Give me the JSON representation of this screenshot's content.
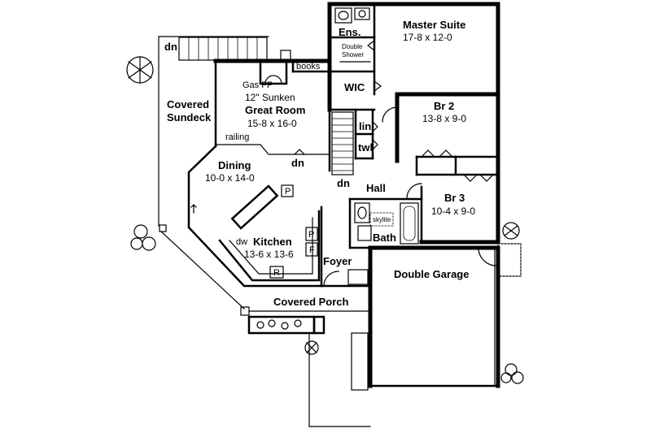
{
  "rooms": {
    "master_suite": {
      "name": "Master Suite",
      "dims": "17-8 x 12-0"
    },
    "ensuite": {
      "name": "Ens."
    },
    "double_shower_1": "Double",
    "double_shower_2": "Shower",
    "wic": {
      "name": "WIC"
    },
    "br2": {
      "name": "Br 2",
      "dims": "13-8 x 9-0"
    },
    "br3": {
      "name": "Br 3",
      "dims": "10-4 x 9-0"
    },
    "great_room": {
      "name": "Great Room",
      "line1": "12\" Sunken",
      "dims": "15-8 x 16-0"
    },
    "gas_fp": "Gas FP",
    "books": "books",
    "covered_sundeck_1": "Covered",
    "covered_sundeck_2": "Sundeck",
    "railing": "railing",
    "dining": {
      "name": "Dining",
      "dims": "10-0 x 14-0"
    },
    "kitchen": {
      "name": "Kitchen",
      "dims": "13-6 x 13-6"
    },
    "dw": "dw",
    "pantry_p1": "P",
    "pantry_p2": "P",
    "fridge": "F",
    "range": "R",
    "hall": "Hall",
    "lin": "lin",
    "twl": "twl",
    "bath": "Bath",
    "skylite": "skylite",
    "foyer": "Foyer",
    "covered_porch": "Covered Porch",
    "double_garage": "Double Garage"
  },
  "stairs": {
    "dn_deck": "dn",
    "dn_great": "dn",
    "dn_hall": "dn"
  }
}
